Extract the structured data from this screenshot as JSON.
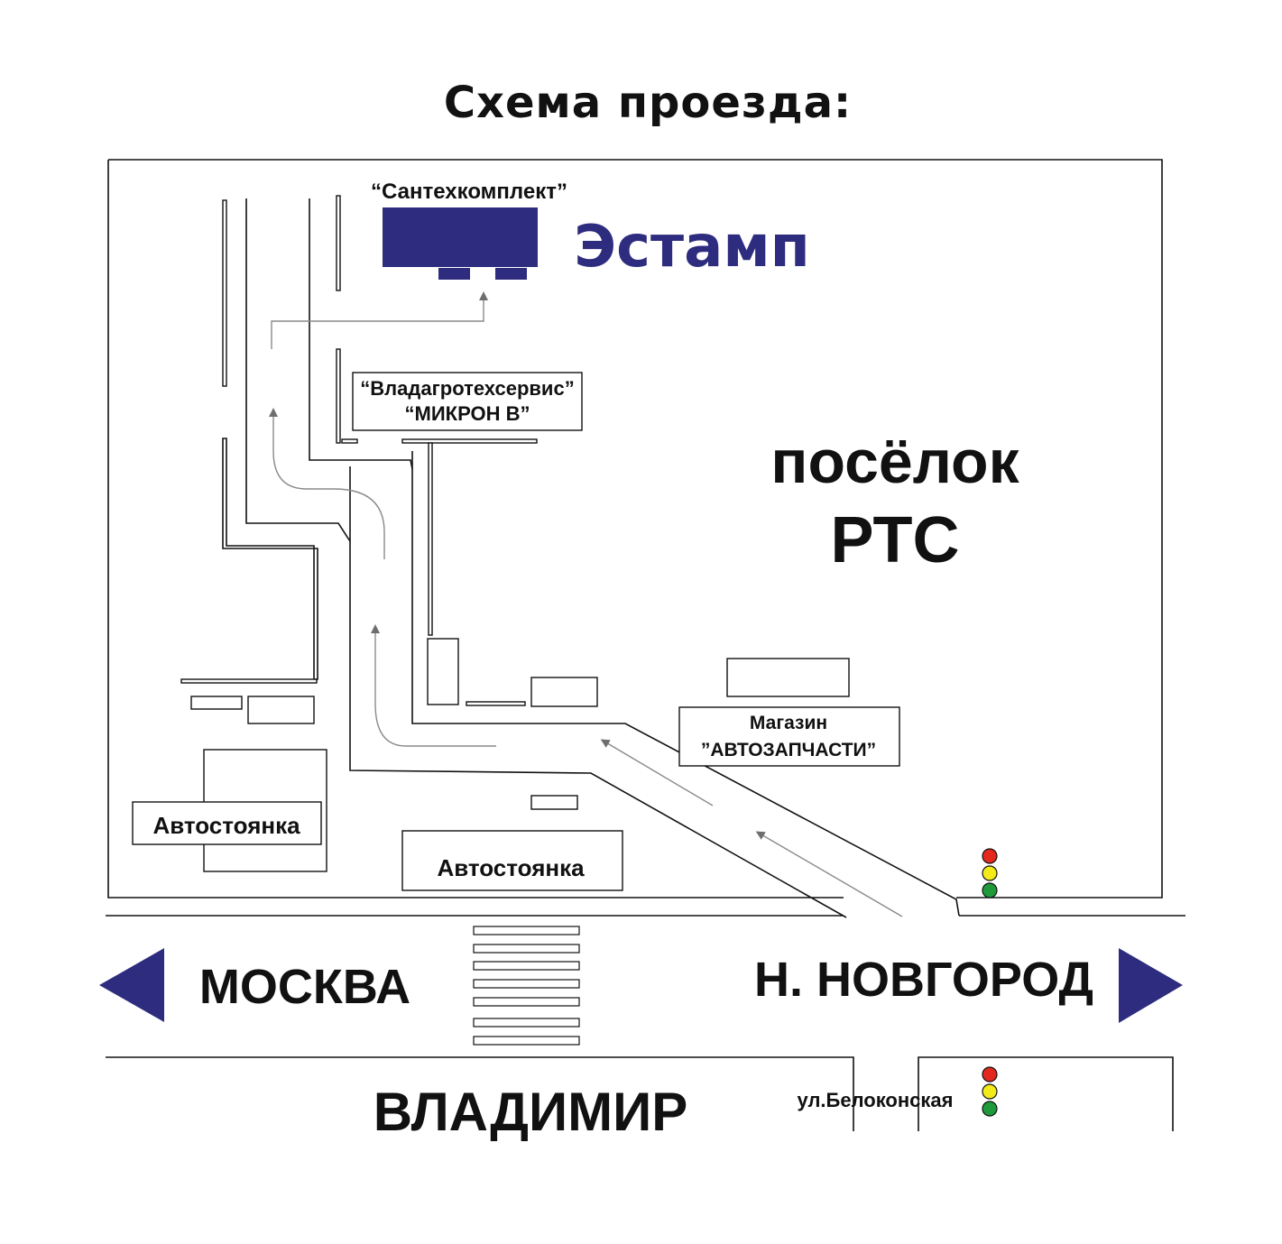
{
  "title": "Схема проезда:",
  "labels": {
    "santeh": "“Сантехкомплект”",
    "estamp": "Эстамп",
    "vladagro_line1": "“Владагротехсервис”",
    "vladagro_line2": "“МИКРОН В”",
    "posyolok_line1": "посёлок",
    "posyolok_line2": "РТС",
    "magazin_line1": "Магазин",
    "magazin_line2": "”АВТОЗАПЧАСТИ”",
    "parking_left": "Автостоянка",
    "parking_center": "Автостоянка",
    "moskva": "МОСКВА",
    "novgorod": "Н. НОВГОРОД",
    "vladimir": "ВЛАДИМИР",
    "belokonskaya": "ул.Белоконская"
  },
  "colors": {
    "brand": "#2e2c7e",
    "traffic_red": "#e3281e",
    "traffic_yellow": "#f3ea1a",
    "traffic_green": "#1f9a3a",
    "route_arrow": "#8a8a8a"
  },
  "icons": {
    "left_arrow": "triangle-left-icon",
    "right_arrow": "triangle-right-icon",
    "traffic_light": "traffic-light-icon"
  }
}
